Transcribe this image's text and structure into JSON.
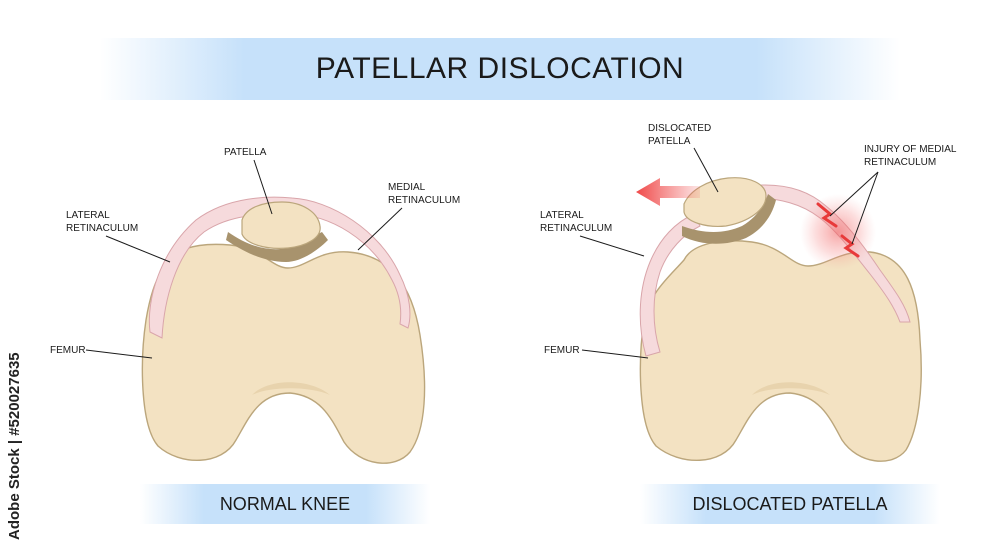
{
  "title": "PATELLAR DISLOCATION",
  "left_panel": {
    "caption": "NORMAL KNEE",
    "labels": {
      "patella": "PATELLA",
      "lateral_retinaculum": [
        "LATERAL",
        "RETINACULUM"
      ],
      "medial_retinaculum": [
        "MEDIAL",
        "RETINACULUM"
      ],
      "femur": "FEMUR"
    }
  },
  "right_panel": {
    "caption": "DISLOCATED PATELLA",
    "labels": {
      "dislocated_patella": [
        "DISLOCATED",
        "PATELLA"
      ],
      "injury": [
        "INJURY OF MEDIAL",
        "RETINACULUM"
      ],
      "lateral_retinaculum": [
        "LATERAL",
        "RETINACULUM"
      ],
      "femur": "FEMUR"
    }
  },
  "watermark": "Adobe Stock | #520027635",
  "colors": {
    "bone": "#f3e2c2",
    "bone_outline": "#bba67c",
    "ligament": "#f6dadc",
    "ligament_outline": "#d9a5aa",
    "cartilage": "#a8936d",
    "banner": "#c6e1fa",
    "injury": "#f05a5a"
  }
}
